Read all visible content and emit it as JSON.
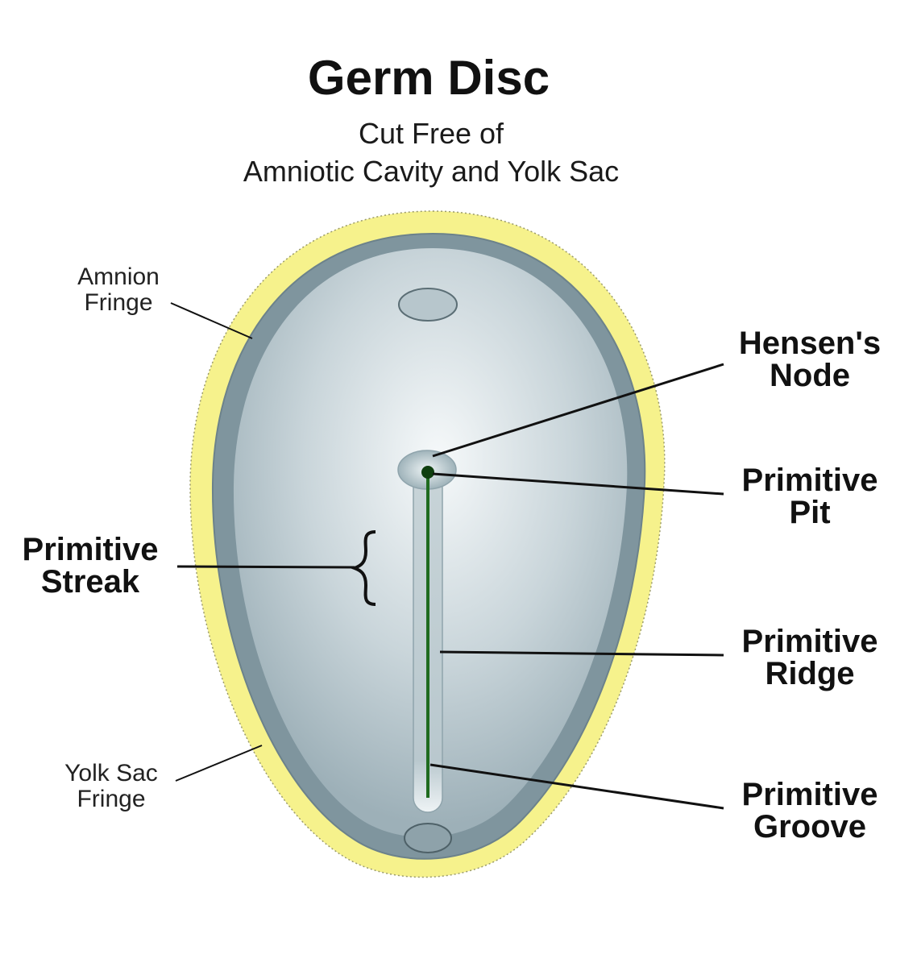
{
  "title": "Germ Disc",
  "subtitle": {
    "line1": "Cut Free of",
    "line2": "Amniotic Cavity and Yolk Sac"
  },
  "labels": {
    "amnion_fringe": [
      "Amnion",
      "Fringe"
    ],
    "yolk_sac_fringe": [
      "Yolk Sac",
      "Fringe"
    ],
    "primitive_streak": [
      "Primitive",
      "Streak"
    ],
    "hensens_node": [
      "Hensen's",
      "Node"
    ],
    "primitive_pit": [
      "Primitive",
      "Pit"
    ],
    "primitive_ridge": [
      "Primitive",
      "Ridge"
    ],
    "primitive_groove": [
      "Primitive",
      "Groove"
    ]
  },
  "colors": {
    "yolk_fringe": "#f5f08a",
    "disc_edge": "#7e949d",
    "disc_center": "#f4f7f8",
    "groove_line": "#1f6b1f",
    "leader_line": "#111111"
  }
}
